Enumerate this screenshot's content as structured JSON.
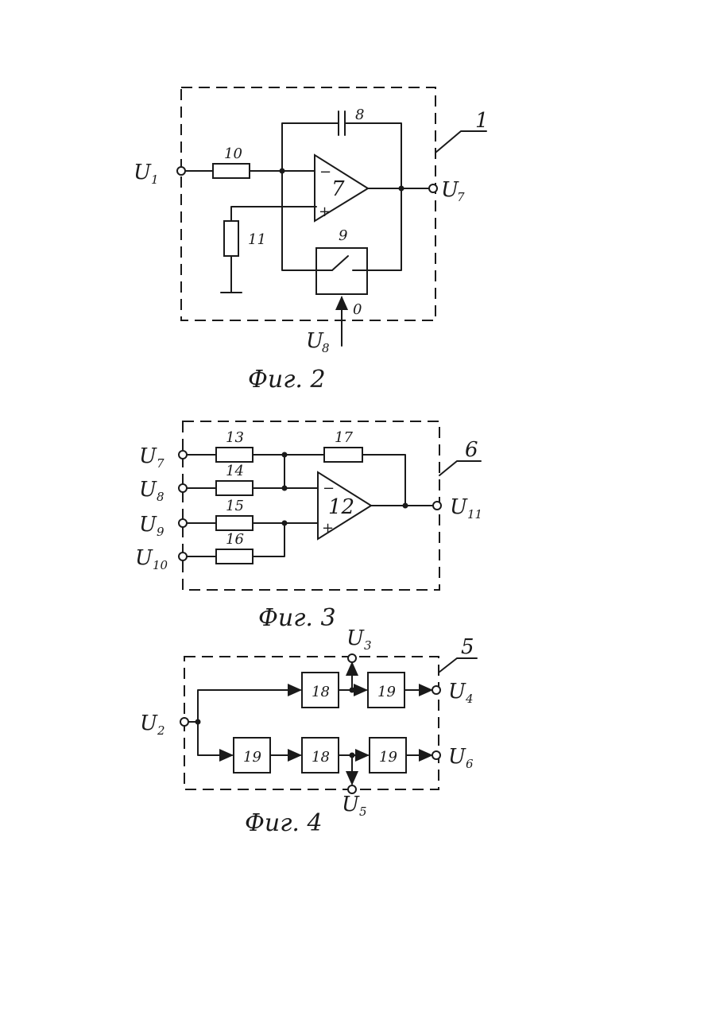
{
  "fig2": {
    "caption": "Фиг. 2",
    "block_ref": "1",
    "labels": {
      "in": "U",
      "in_sub": "1",
      "out": "U",
      "out_sub": "7",
      "ctrl": "U",
      "ctrl_sub": "8",
      "capacitor": "8",
      "resistor_in": "10",
      "resistor_gnd": "11",
      "opamp": "7",
      "switch": "9",
      "ctrl_mark": "0"
    }
  },
  "fig3": {
    "caption": "Фиг. 3",
    "block_ref": "6",
    "labels": {
      "in1": "U",
      "in1_sub": "7",
      "in2": "U",
      "in2_sub": "8",
      "in3": "U",
      "in3_sub": "9",
      "in4": "U",
      "in4_sub": "10",
      "out": "U",
      "out_sub": "11",
      "r13": "13",
      "r14": "14",
      "r15": "15",
      "r16": "16",
      "r17": "17",
      "opamp": "12"
    }
  },
  "fig4": {
    "caption": "Фиг. 4",
    "block_ref": "5",
    "labels": {
      "in": "U",
      "in_sub": "2",
      "top_tap": "U",
      "top_tap_sub": "3",
      "out_top": "U",
      "out_top_sub": "4",
      "bottom_tap": "U",
      "bottom_tap_sub": "5",
      "out_bottom": "U",
      "out_bottom_sub": "6",
      "top_block1": "18",
      "top_block2": "19",
      "bot_block1": "19",
      "bot_block2": "18",
      "bot_block3": "19"
    }
  },
  "signs": {
    "minus": "−",
    "plus": "+"
  }
}
